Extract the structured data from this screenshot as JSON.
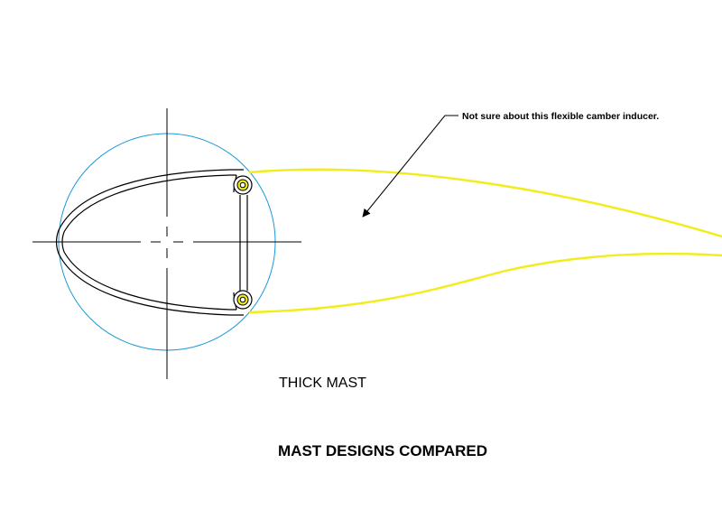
{
  "annotation": {
    "text": "Not sure about this flexible camber inducer."
  },
  "labels": {
    "thick_mast": "THICK MAST",
    "title": "MAST DESIGNS COMPARED"
  },
  "colors": {
    "background": "#ffffff",
    "outline": "#000000",
    "circle": "#1a9ad6",
    "sail": "#f2ec1a",
    "bolt_fill": "#f2ec1a"
  },
  "icons": {
    "centerline": "crosshair-icon",
    "leader": "arrow-icon"
  }
}
